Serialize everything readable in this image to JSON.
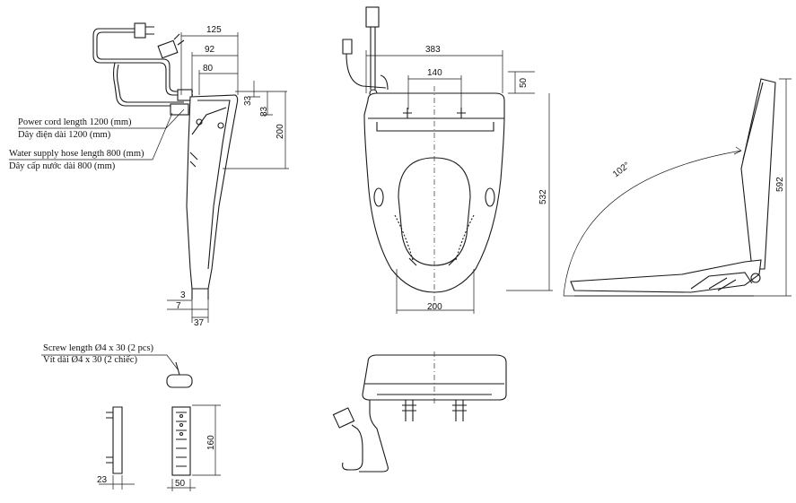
{
  "labels": {
    "power_cord_en": "Power cord length 1200 (mm)",
    "power_cord_vi": "Dây điện dài 1200 (mm)",
    "water_hose_en": "Water supply hose length 800 (mm)",
    "water_hose_vi": "Dây cấp nước dài 800 (mm)",
    "screw_en": "Screw length Ø4 x 30 (2 pcs)",
    "screw_vi": "Vít dài Ø4 x 30 (2 chiếc)"
  },
  "dimensions": {
    "side_125": "125",
    "side_92": "92",
    "side_80": "80",
    "side_33": "33",
    "side_83": "83",
    "side_200": "200",
    "side_3": "3",
    "side_7": "7",
    "side_37": "37",
    "top_383": "383",
    "top_140": "140",
    "top_50": "50",
    "top_532": "532",
    "top_200": "200",
    "right_592": "592",
    "right_angle": "102°",
    "bracket_23": "23",
    "bracket_50": "50",
    "bracket_160": "160"
  }
}
